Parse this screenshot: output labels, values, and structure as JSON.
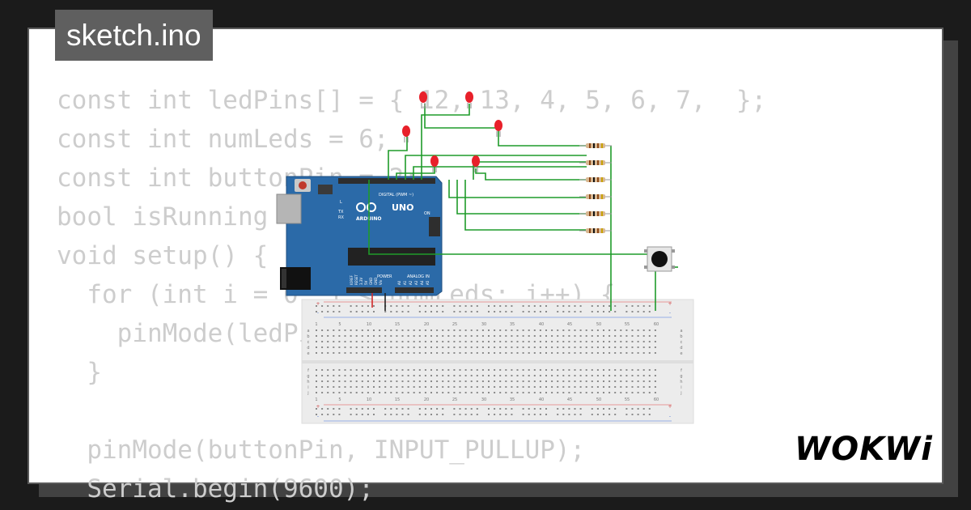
{
  "window": {
    "title": "sketch.ino"
  },
  "code": {
    "lines": [
      "const int ledPins[] = { 12, 13, 4, 5, 6, 7,  };",
      "const int numLeds = 6;",
      "const int buttonPin = 2;",
      "bool isRunning = false;",
      "void setup() {",
      "  for (int i = 0; i < numLeds; i++) {",
      "    pinMode(ledPins[i], OUTPUT);",
      "  }",
      "",
      "  pinMode(buttonPin, INPUT_PULLUP);",
      "  Serial.begin(9600);"
    ]
  },
  "board": {
    "brand": "ARDUINO",
    "model": "UNO",
    "digital_label": "DIGITAL (PWM ~)",
    "power_label": "POWER",
    "analog_label": "ANALOG IN",
    "on_label": "ON",
    "l_label": "L",
    "tx_label": "TX",
    "rx_label": "RX",
    "ioref_label": "IOREF",
    "reset_label": "RESET",
    "v33_label": "3.3V",
    "v5_label": "5V",
    "gnd_label": "GND",
    "vin_label": "Vin",
    "a0_label": "A0",
    "a1_label": "A1",
    "a2_label": "A2",
    "a3_label": "A3",
    "a4_label": "A4",
    "a5_label": "A5"
  },
  "breadboard": {
    "column_labels": [
      "1",
      "5",
      "10",
      "15",
      "20",
      "25",
      "30",
      "35",
      "40",
      "45",
      "50",
      "55",
      "60"
    ],
    "row_labels_top": [
      "a",
      "b",
      "c",
      "d",
      "e"
    ],
    "row_labels_bottom": [
      "f",
      "g",
      "h",
      "i",
      "j"
    ],
    "plus": "+",
    "minus": "-"
  },
  "brand": {
    "logo_text": "WOKWi"
  },
  "colors": {
    "background": "#1b1b1b",
    "card": "#ffffff",
    "code_text": "#cdcdcd",
    "title_bg": "#5f5f5f",
    "board_blue": "#2b6aa8",
    "wire_green": "#1f9b2a",
    "led_red": "#e8202a",
    "breadboard": "#ececec"
  }
}
